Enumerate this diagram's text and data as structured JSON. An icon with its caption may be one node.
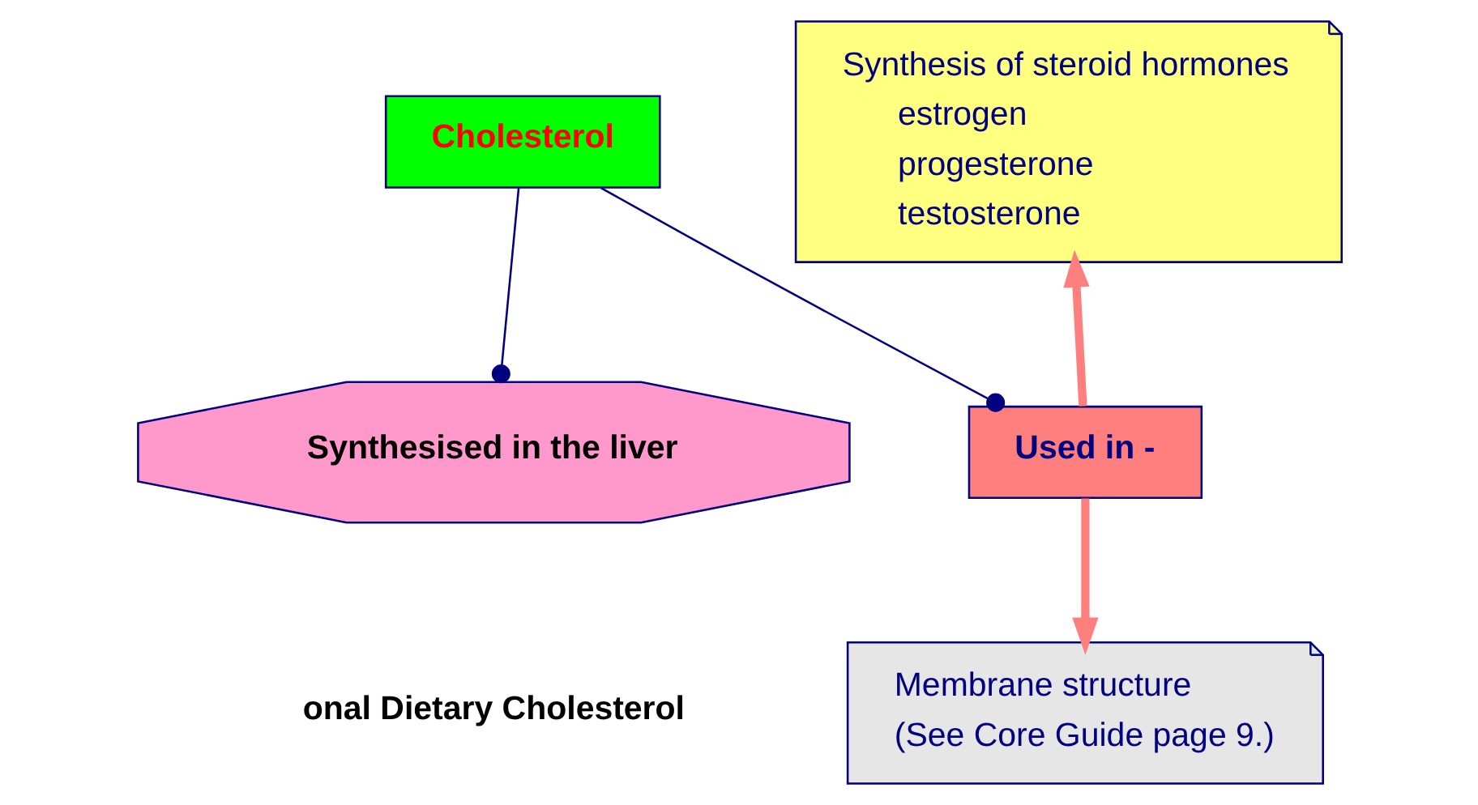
{
  "diagram": {
    "nodes": [
      {
        "text": [
          "Cholesterol"
        ]
      },
      {
        "text": [
          "Synthesised in the liver"
        ]
      },
      {
        "text": [
          "Synthesis of steroid hormones",
          "estrogen",
          "progesterone",
          "testosterone"
        ]
      },
      {
        "text": [
          "Used in -"
        ]
      },
      {
        "text": [
          "Membrane structure",
          "(See Core Guide page 9.)"
        ]
      }
    ],
    "edges": [
      {
        "from": 0,
        "to": 1,
        "arrow": "other"
      },
      {
        "from": 0,
        "to": 3,
        "arrow": "other"
      },
      {
        "from": 3,
        "to": 2,
        "arrow": "to",
        "style": "thick",
        "color": "#ff7f7f"
      },
      {
        "from": 3,
        "to": 4,
        "arrow": "to",
        "style": "thick",
        "color": "#ff7f7f"
      }
    ],
    "labels": [
      "onal Dietary Cholesterol"
    ]
  }
}
